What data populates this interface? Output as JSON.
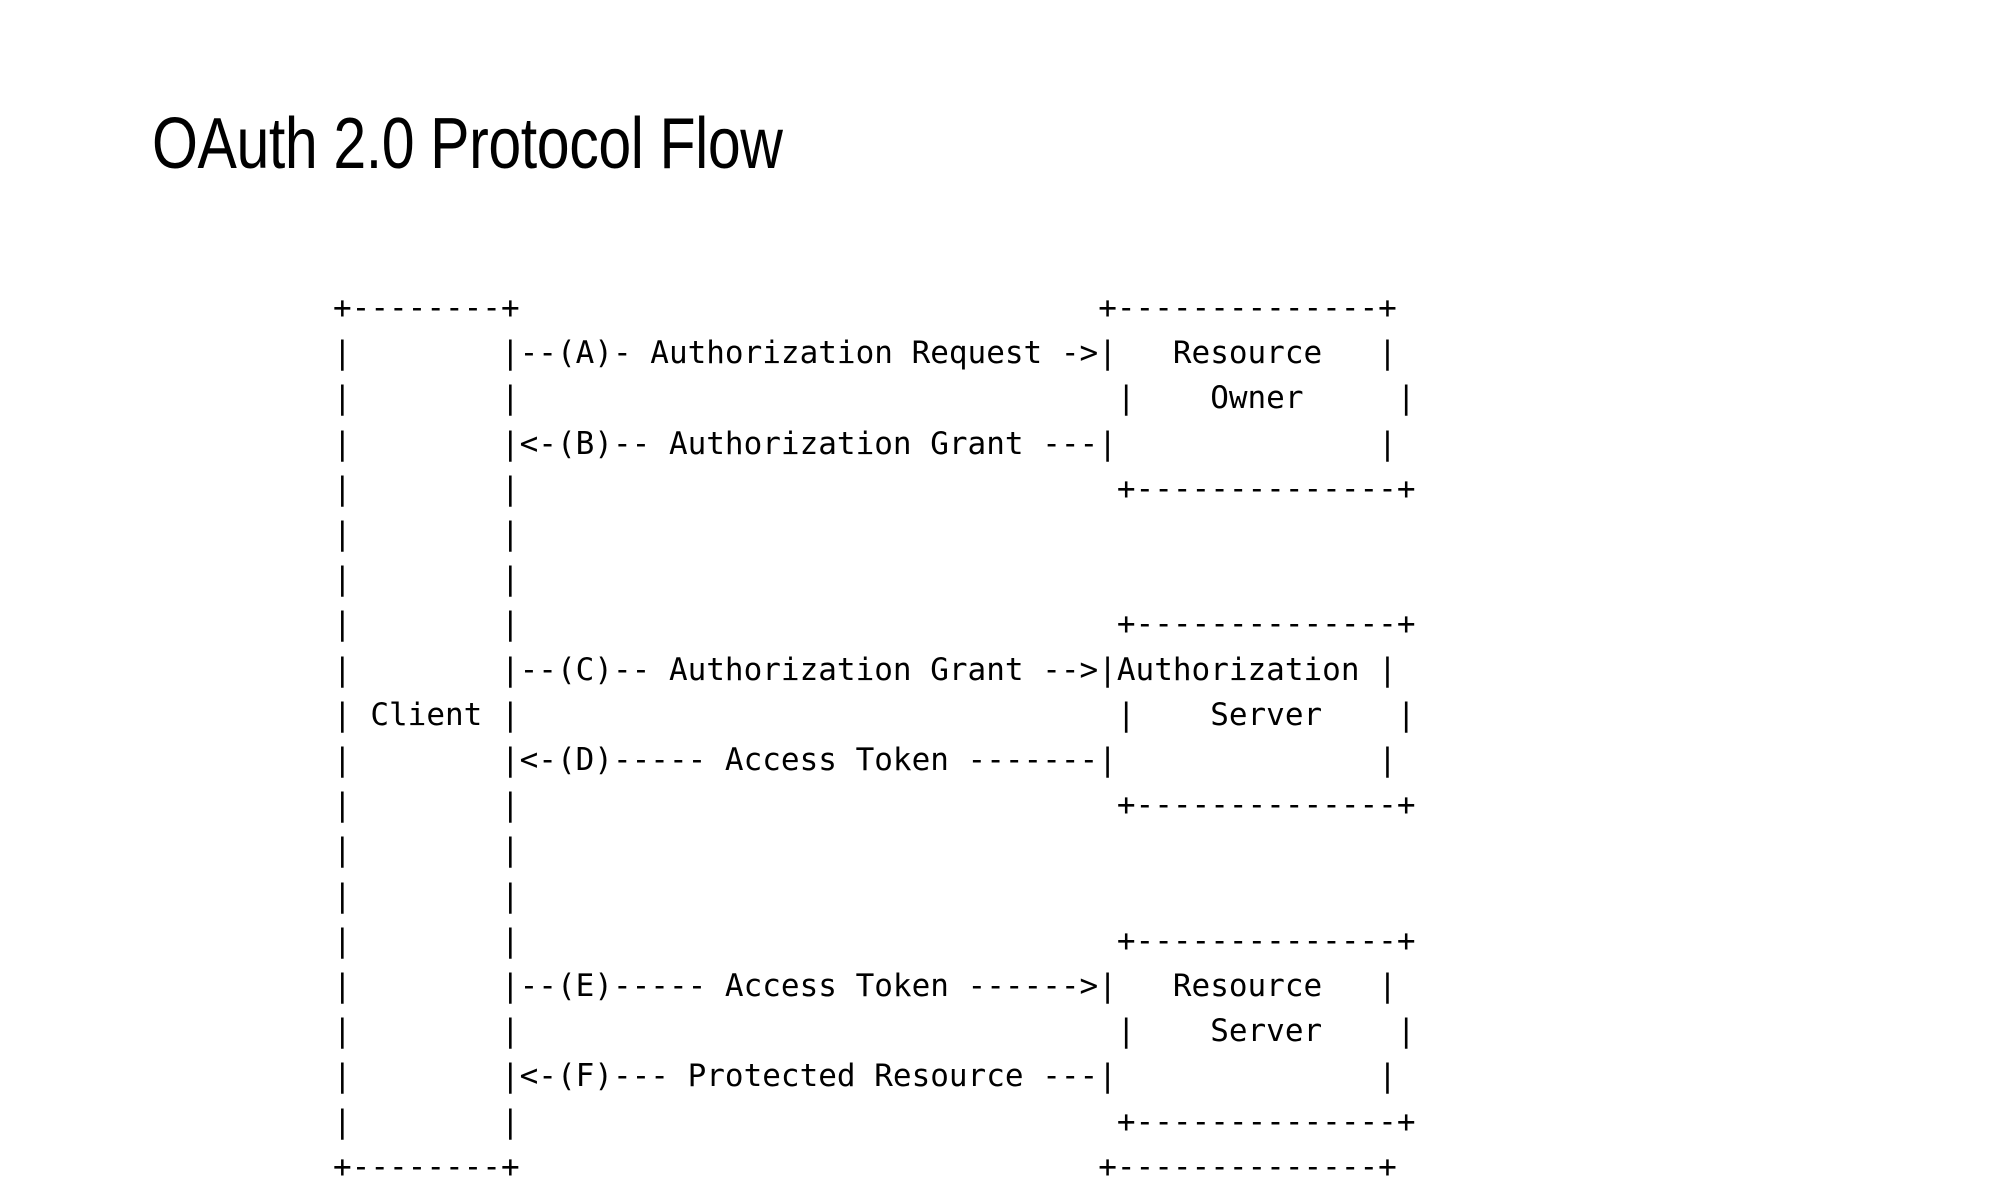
{
  "slide": {
    "title": "OAuth 2.0 Protocol Flow",
    "background_color": "#ffffff",
    "text_color": "#000000"
  },
  "diagram": {
    "type": "ascii-sequence-diagram",
    "name": "oauth2-abstract-protocol-flow",
    "left_box": {
      "label": "Client",
      "width_chars": 10,
      "border_top": "+--------+",
      "border_bottom": "+--------+"
    },
    "right_boxes": [
      {
        "label_line_1": "Resource",
        "label_line_2": "Owner",
        "width_chars": 16,
        "border": "+--------------+"
      },
      {
        "label_line_1": "Authorization",
        "label_line_2": "Server",
        "width_chars": 16,
        "border": "+--------------+"
      },
      {
        "label_line_1": "Resource",
        "label_line_2": "Server",
        "width_chars": 16,
        "border": "+--------------+"
      }
    ],
    "messages": [
      {
        "step": "A",
        "direction": "right",
        "label": "Authorization Request",
        "raw": "|--(A)- Authorization Request ->|"
      },
      {
        "step": "B",
        "direction": "left",
        "label": "Authorization Grant",
        "raw": "|<-(B)-- Authorization Grant ---|"
      },
      {
        "step": "C",
        "direction": "right",
        "label": "Authorization Grant",
        "raw": "|--(C)-- Authorization Grant -->|"
      },
      {
        "step": "D",
        "direction": "left",
        "label": "Access Token",
        "raw": "|<-(D)----- Access Token -------|"
      },
      {
        "step": "E",
        "direction": "right",
        "label": "Access Token",
        "raw": "|--(E)----- Access Token ------>|"
      },
      {
        "step": "F",
        "direction": "left",
        "label": "Protected Resource",
        "raw": "|<-(F)--- Protected Resource ---|"
      }
    ],
    "art": "+--------+                                 +--------------+\n|        |--(A)- Authorization Request ->|   Resource   |\n|        |                               |     Owner    |\n|        |<-(B)-- Authorization Grant ---|              |\n|        |                               +--------------+\n|        |\n|        |                               +--------------+\n|        |--(C)-- Authorization Grant -->| Authorization |\n| Client |                               |     Server   |\n|        |<-(D)----- Access Token -------|              |\n|        |                               +--------------+\n|        |\n|        |                               +--------------+\n|        |--(E)----- Access Token ------>|   Resource   |\n|        |                               |    Server    |\n|        |<-(F)--- Protected Resource ---|              |\n+--------+                                 +--------------+"
  }
}
